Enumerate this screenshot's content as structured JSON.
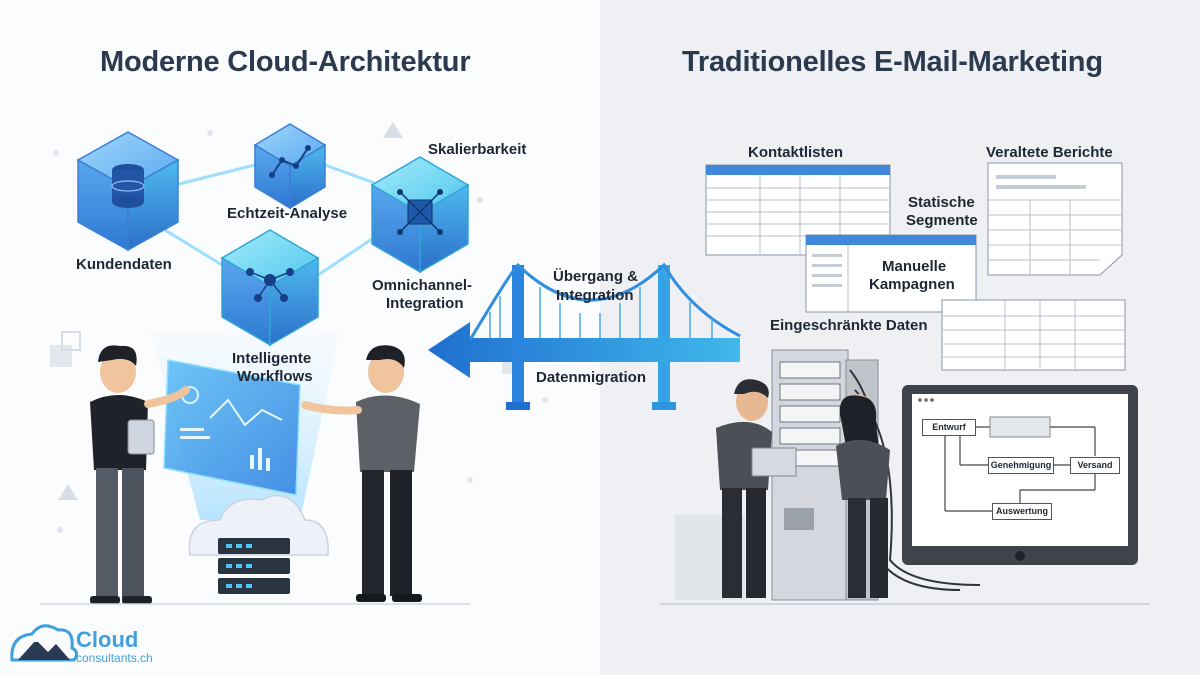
{
  "left": {
    "title": "Moderne Cloud-Architektur",
    "labels": {
      "kundendaten": "Kundendaten",
      "echtzeit": "Echtzeit-Analyse",
      "skalierbarkeit": "Skalierbarkeit",
      "omnichannel_1": "Omnichannel-",
      "omnichannel_2": "Integration",
      "workflows_1": "Intelligente",
      "workflows_2": "Workflows"
    }
  },
  "bridge": {
    "label_1": "Übergang &",
    "label_2": "Integration",
    "label_3": "Datenmigration"
  },
  "right": {
    "title": "Traditionelles E-Mail-Marketing",
    "labels": {
      "kontaktlisten": "Kontaktlisten",
      "veraltete": "Veraltete Berichte",
      "statische_1": "Statische",
      "statische_2": "Segmente",
      "manuelle_1": "Manuelle",
      "manuelle_2": "Kampagnen",
      "eingeschraenkt": "Eingeschränkte Daten"
    },
    "flow": {
      "entwurf": "Entwurf",
      "genehmigung": "Genehmigung",
      "versand": "Versand",
      "auswertung": "Auswertung"
    }
  },
  "logo": {
    "name": "Cloud",
    "domain": "consultants.ch"
  },
  "colors": {
    "cube_blue": "#4a9be8",
    "cube_cyan": "#48c6ec",
    "bridge_blue": "#2f8ee0",
    "title_dark": "#2b3a4e"
  }
}
